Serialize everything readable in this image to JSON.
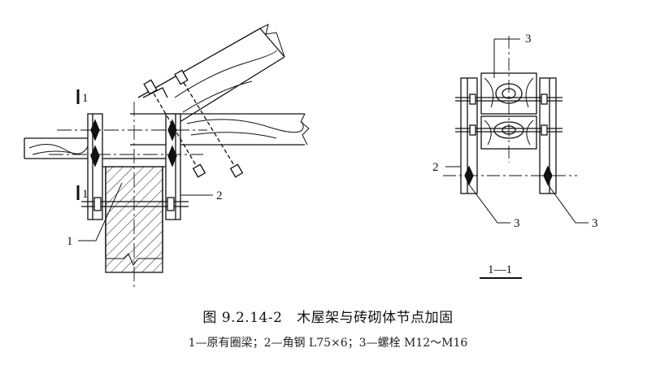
{
  "figure": {
    "caption_number": "图 9.2.14-2",
    "caption_title": "木屋架与砖砌体节点加固",
    "legend": "1—原有圈梁；2—角钢 L75×6；3—螺栓 M12～M16"
  },
  "left_view": {
    "section_marks": [
      "1",
      "1"
    ],
    "labels": [
      "1",
      "2"
    ]
  },
  "right_view": {
    "labels": [
      "3",
      "2",
      "3",
      "3"
    ],
    "section_title": "1—1"
  }
}
